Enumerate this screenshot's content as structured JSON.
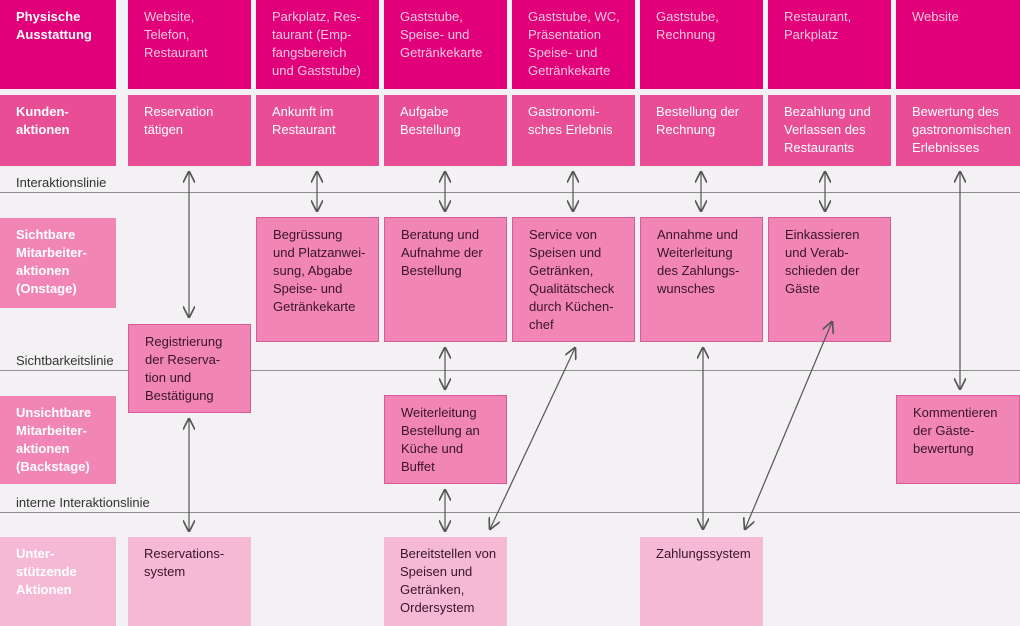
{
  "rows": [
    {
      "label": "Physische\nAusstattung"
    },
    {
      "label": "Kunden-\naktionen"
    },
    {
      "label": "Sichtbare\nMitarbeiter-\naktionen\n(Onstage)"
    },
    {
      "label": "Unsichtbare\nMitarbeiter-\naktionen\n(Backstage)"
    },
    {
      "label": "Unter-\nstützende\nAktionen"
    }
  ],
  "lines": {
    "interaktion": "Interaktionslinie",
    "sichtbarkeit": "Sichtbarkeitslinie",
    "intern": "interne Interaktionslinie"
  },
  "physical": [
    "Website,\nTelefon,\nRestaurant",
    "Parkplatz, Res-\ntaurant (Emp-\nfangsbereich\nund Gaststube)",
    "Gaststube,\nSpeise- und\nGetränkekarte",
    "Gaststube, WC,\nPräsentation\nSpeise- und\nGetränkekarte",
    "Gaststube,\nRechnung",
    "Restaurant,\nParkplatz",
    "Website"
  ],
  "customer": [
    "Reservation\ntätigen",
    "Ankunft im\nRestaurant",
    "Aufgabe\nBestellung",
    "Gastronomi-\nsches Erlebnis",
    "Bestellung der\nRechnung",
    "Bezahlung und\nVerlassen des\nRestaurants",
    "Bewertung des\ngastronomischen\nErlebnisses"
  ],
  "onstage": [
    "Begrüssung\nund Platzanwei-\nsung, Abgabe\nSpeise- und\nGetränkekarte",
    "Beratung und\nAufnahme der\nBestellung",
    "Service von\nSpeisen und\nGetränken,\nQualitätscheck\ndurch Küchen-\nchef",
    "Annahme und\nWeiterleitung\ndes Zahlungs-\nwunsches",
    "Einkassieren\nund Verab-\nschieden der\nGäste"
  ],
  "registration": "Registrierung\nder Reserva-\ntion und\nBestätigung",
  "backstage": [
    "Weiterleitung\nBestellung an\nKüche und\nBuffet",
    "Kommentieren\nder Gäste-\nbewertung"
  ],
  "support": [
    "Reservations-\nsystem",
    "Bereitstellen von\nSpeisen und\nGetränken,\nOrdersystem",
    "Zahlungssystem"
  ]
}
